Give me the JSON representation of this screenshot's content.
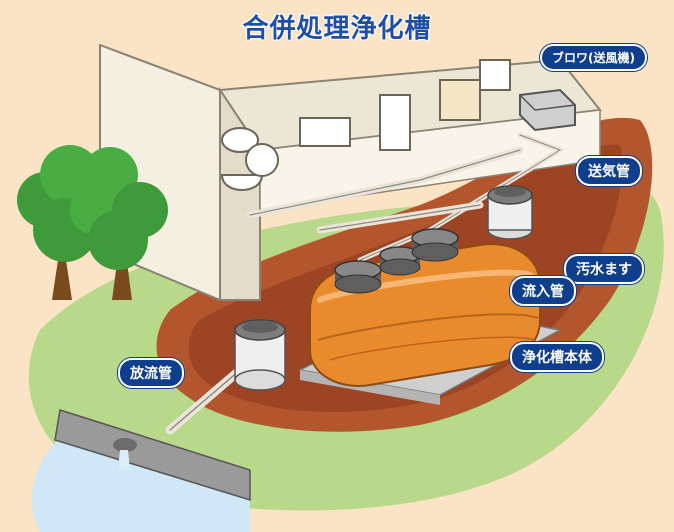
{
  "title": "合併処理浄化槽",
  "labels": {
    "blower": "ブロワ(送風機)",
    "air_pipe": "送気管",
    "sewage_box": "汚水ます",
    "inflow_pipe": "流入管",
    "tank_body": "浄化槽本体",
    "discharge_pipe": "放流管"
  },
  "colors": {
    "title": "#1f4ea6",
    "label_bg": "#0f3e8c",
    "background": "#fbe3c6",
    "soil": "#b4562d",
    "grass": "#b9d98a",
    "tank": "#e98a2c",
    "tree": "#3e9a3a",
    "water": "#cfe7f6"
  }
}
